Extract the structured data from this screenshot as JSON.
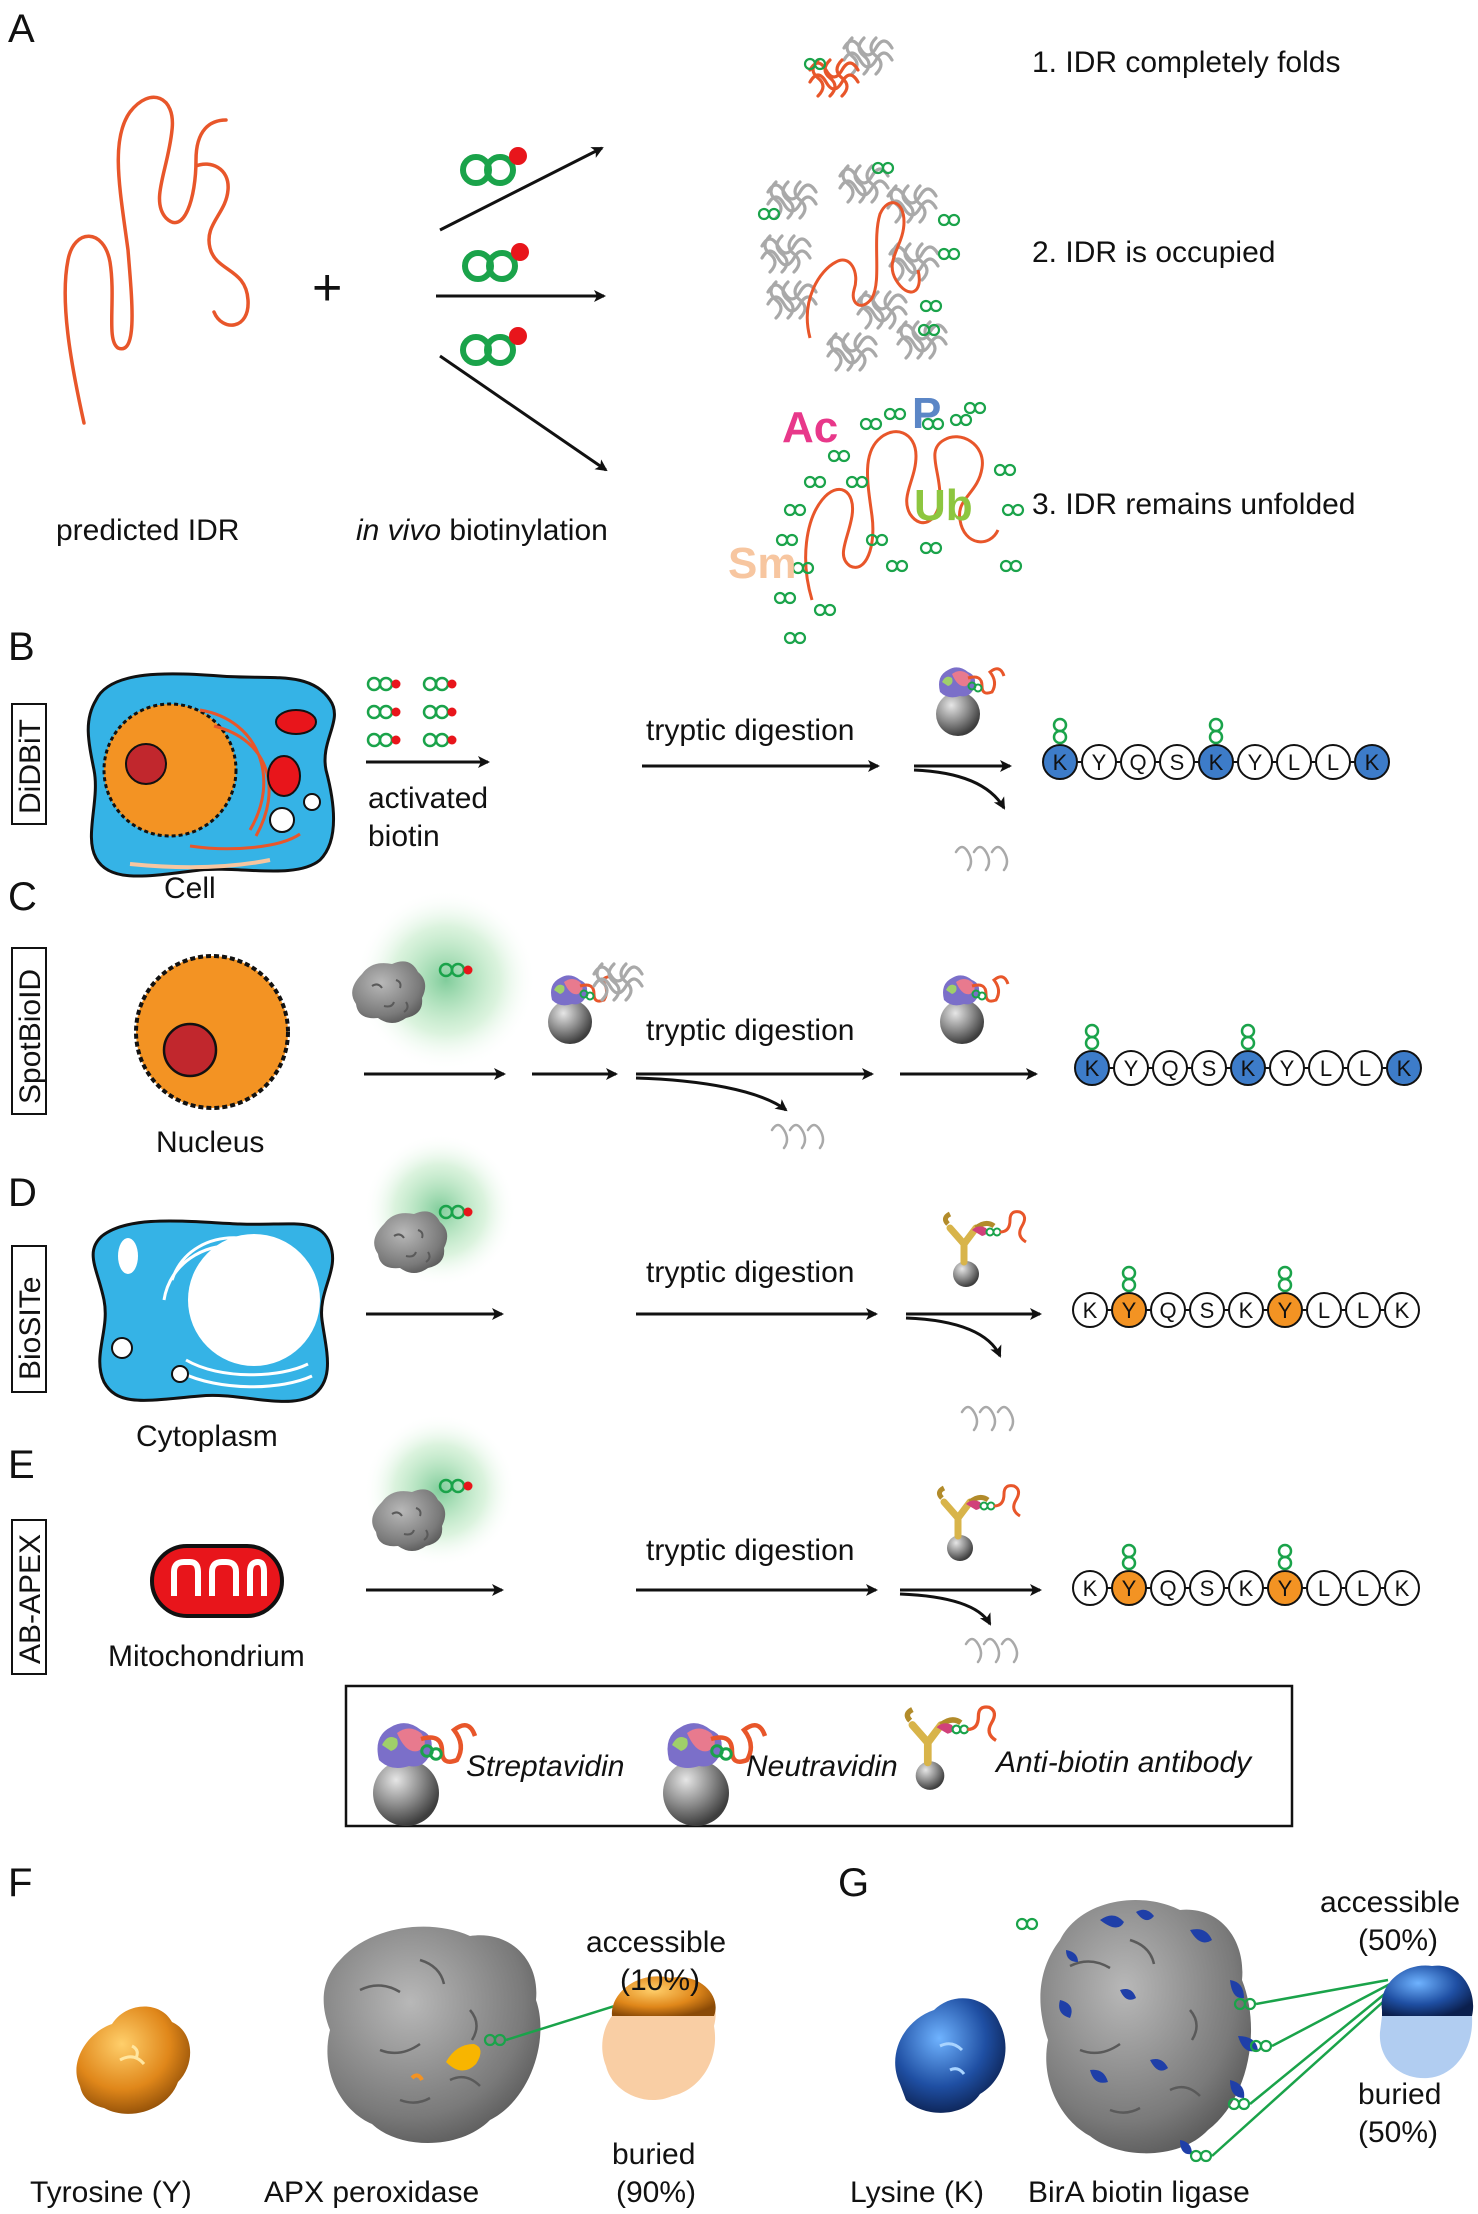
{
  "panels": {
    "A": {
      "letter": "A",
      "left_label": "predicted IDR",
      "mid_label_italic": "in vivo",
      "mid_label_rest": " biotinylation",
      "outcomes": [
        "1. IDR completely folds",
        "2. IDR is occupied",
        "3. IDR remains unfolded"
      ],
      "ptm_labels": [
        "Ac",
        "P",
        "Ub",
        "Sm"
      ]
    },
    "B": {
      "letter": "B",
      "method": "DiDBiT",
      "source": "Cell",
      "reagent_line1": "activated",
      "reagent_line2": "biotin",
      "step": "tryptic digestion",
      "peptide": [
        "K",
        "Y",
        "Q",
        "S",
        "K",
        "Y",
        "L",
        "L",
        "K"
      ]
    },
    "C": {
      "letter": "C",
      "method": "SpotBioID",
      "source": "Nucleus",
      "step": "tryptic digestion",
      "peptide": [
        "K",
        "Y",
        "Q",
        "S",
        "K",
        "Y",
        "L",
        "L",
        "K"
      ]
    },
    "D": {
      "letter": "D",
      "method": "BioSITe",
      "source": "Cytoplasm",
      "step": "tryptic digestion",
      "peptide": [
        "K",
        "Y",
        "Q",
        "S",
        "K",
        "Y",
        "L",
        "L",
        "K"
      ]
    },
    "E": {
      "letter": "E",
      "method": "AB-APEX",
      "source": "Mitochondrium",
      "step": "tryptic digestion",
      "peptide": [
        "K",
        "Y",
        "Q",
        "S",
        "K",
        "Y",
        "L",
        "L",
        "K"
      ]
    },
    "legend": [
      "Streptavidin",
      "Neutravidin",
      "Anti-biotin antibody"
    ],
    "F": {
      "letter": "F",
      "residue": "Tyrosine (Y)",
      "protein": "APX peroxidase",
      "accessible": "accessible",
      "accessible_pct": "(10%)",
      "buried": "buried",
      "buried_pct": "(90%)"
    },
    "G": {
      "letter": "G",
      "residue": "Lysine (K)",
      "protein": "BirA biotin ligase",
      "accessible": "accessible",
      "accessible_pct": "(50%)",
      "buried": "buried",
      "buried_pct": "(50%)"
    }
  },
  "colors": {
    "idr": "#e8562a",
    "biotin": "#1aa34a",
    "activated": "#e8151b",
    "cell": "#35b3e6",
    "nucleus": "#f39323",
    "nucleolus": "#c1272d",
    "lysine": "#3d7cc9",
    "tyrosine": "#f39323",
    "protein": "#8a8a8a",
    "ac": "#e8388a",
    "p": "#5b86c6",
    "ub": "#8dc63f",
    "sm": "#f7c6a0",
    "dark_lysine": "#1f4fa3"
  }
}
